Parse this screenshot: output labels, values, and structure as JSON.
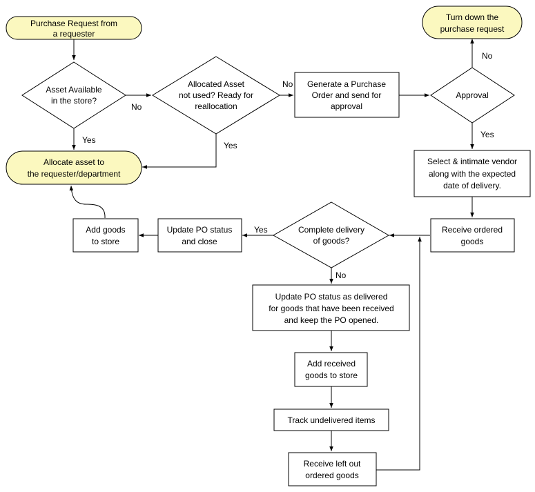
{
  "colors": {
    "terminal_fill": "#fbf8bf",
    "stroke": "#000000",
    "background": "#ffffff"
  },
  "nodes": {
    "start": [
      "Purchase Request from",
      "a requester"
    ],
    "asset_available": [
      "Asset Available",
      "in the store?"
    ],
    "allocated_asset": [
      "Allocated Asset",
      "not used? Ready for",
      "reallocation"
    ],
    "generate_po": [
      "Generate a Purchase",
      "Order and send for",
      "approval"
    ],
    "approval": [
      "Approval"
    ],
    "turn_down": [
      "Turn down the",
      "purchase request"
    ],
    "allocate_asset": [
      "Allocate asset to",
      "the requester/department"
    ],
    "select_vendor": [
      "Select & intimate vendor",
      "along with the expected",
      "date of delivery."
    ],
    "receive_ordered": [
      "Receive ordered",
      "goods"
    ],
    "complete_delivery": [
      "Complete delivery",
      "of goods?"
    ],
    "update_po_close": [
      "Update PO status",
      "and close"
    ],
    "add_goods_store": [
      "Add goods",
      "to store"
    ],
    "update_po_delivered": [
      "Update PO status as delivered",
      "for goods that have been received",
      "and keep the PO opened."
    ],
    "add_received": [
      "Add received",
      "goods to store"
    ],
    "track_undelivered": [
      "Track undelivered items"
    ],
    "receive_left_out": [
      "Receive left out",
      "ordered goods"
    ]
  },
  "edge_labels": {
    "available_no": "No",
    "available_yes": "Yes",
    "allocated_no": "No",
    "allocated_yes": "Yes",
    "approval_no": "No",
    "approval_yes": "Yes",
    "complete_yes": "Yes",
    "complete_no": "No"
  }
}
